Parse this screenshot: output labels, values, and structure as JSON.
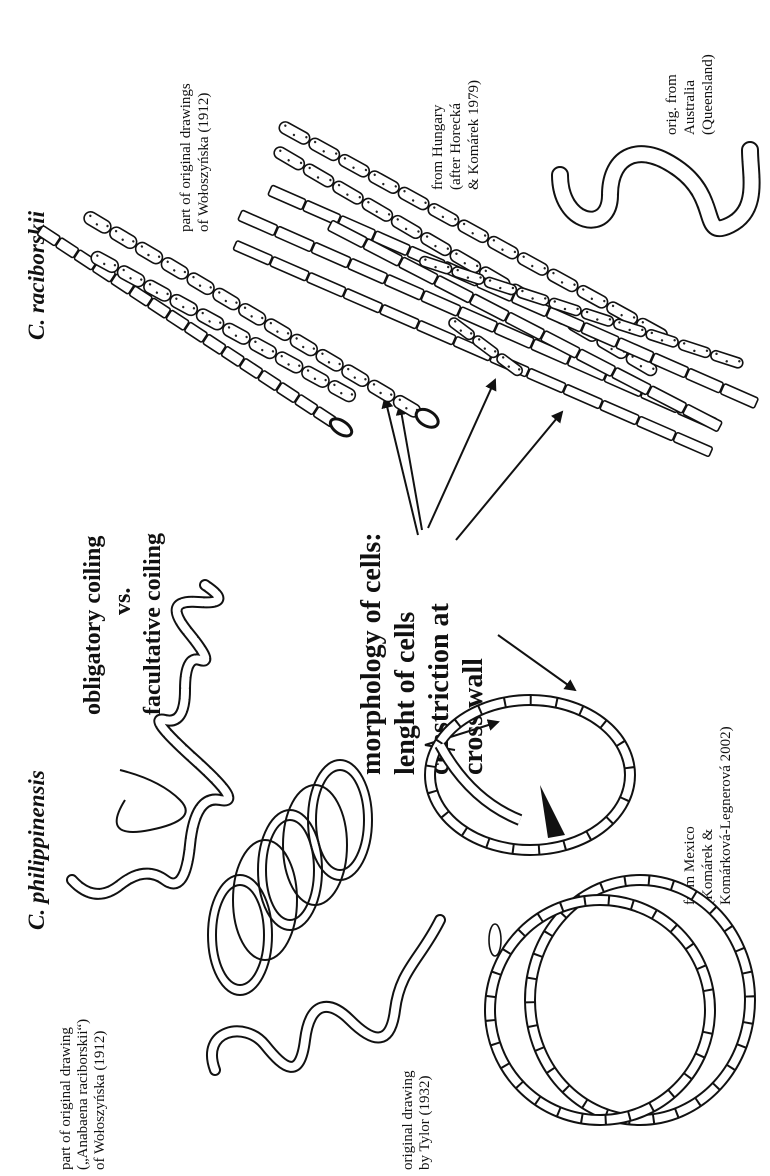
{
  "species": {
    "philippinensis": "C. philippinensis",
    "raciborskii": "C. raciborskii"
  },
  "sources": {
    "woloszynska_anabaena": [
      "part of original drawing",
      "(„Anabaena raciborskii“)",
      "of Wołoszyńska (1912)"
    ],
    "tylor": [
      "original drawing",
      "by Tylor (1932)"
    ],
    "mexico": [
      "from Mexico",
      "(Komárek &",
      "Komárková-Legnerová 2002)"
    ],
    "woloszynska_raciborskii": [
      "part of original drawings",
      "of Wołoszyńska (1912)"
    ],
    "hungary": [
      "from Hungary",
      "(after Horecká",
      "& Komárek 1979)"
    ],
    "australia": [
      "orig. from",
      "Australia",
      "(Queensland)"
    ]
  },
  "coiling": [
    "obligatory coiling",
    "vs.",
    "facultative coiling"
  ],
  "morphology": [
    "morphology of cells:",
    "lenght of cells",
    "constriction at",
    "cross wall"
  ]
}
